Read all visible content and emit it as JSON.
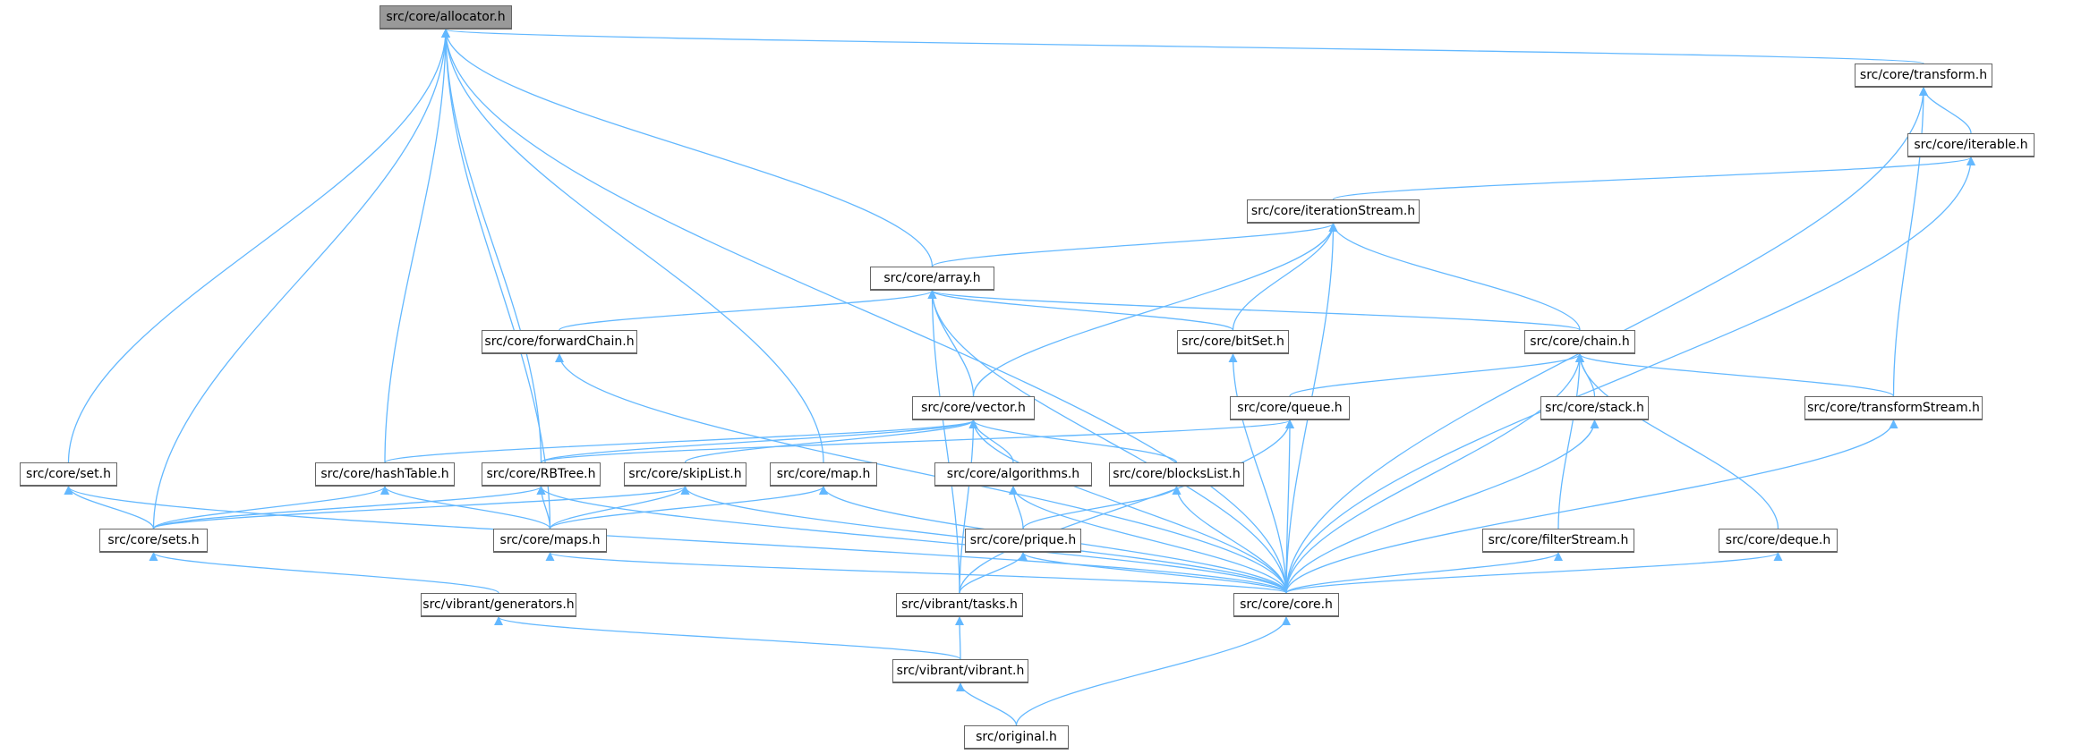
{
  "colors": {
    "edge": "#63b8ff",
    "root_fill": "#999999",
    "node_border": "#666666"
  },
  "nodes": {
    "allocator": {
      "label": "src/core/allocator.h"
    },
    "transform": {
      "label": "src/core/transform.h"
    },
    "iterable": {
      "label": "src/core/iterable.h"
    },
    "iterationStream": {
      "label": "src/core/iterationStream.h"
    },
    "array": {
      "label": "src/core/array.h"
    },
    "forwardChain": {
      "label": "src/core/forwardChain.h"
    },
    "bitSet": {
      "label": "src/core/bitSet.h"
    },
    "chain": {
      "label": "src/core/chain.h"
    },
    "vector": {
      "label": "src/core/vector.h"
    },
    "queue": {
      "label": "src/core/queue.h"
    },
    "stack": {
      "label": "src/core/stack.h"
    },
    "transformStream": {
      "label": "src/core/transformStream.h"
    },
    "set": {
      "label": "src/core/set.h"
    },
    "hashTable": {
      "label": "src/core/hashTable.h"
    },
    "RBTree": {
      "label": "src/core/RBTree.h"
    },
    "skipList": {
      "label": "src/core/skipList.h"
    },
    "map": {
      "label": "src/core/map.h"
    },
    "algorithms": {
      "label": "src/core/algorithms.h"
    },
    "blocksList": {
      "label": "src/core/blocksList.h"
    },
    "sets": {
      "label": "src/core/sets.h"
    },
    "maps": {
      "label": "src/core/maps.h"
    },
    "prique": {
      "label": "src/core/prique.h"
    },
    "filterStream": {
      "label": "src/core/filterStream.h"
    },
    "deque": {
      "label": "src/core/deque.h"
    },
    "generators": {
      "label": "src/vibrant/generators.h"
    },
    "tasks": {
      "label": "src/vibrant/tasks.h"
    },
    "core": {
      "label": "src/core/core.h"
    },
    "vibrant": {
      "label": "src/vibrant/vibrant.h"
    },
    "original": {
      "label": "src/original.h"
    }
  },
  "edges": [
    [
      "set",
      "allocator"
    ],
    [
      "sets",
      "allocator"
    ],
    [
      "maps",
      "allocator"
    ],
    [
      "hashTable",
      "allocator"
    ],
    [
      "RBTree",
      "allocator"
    ],
    [
      "map",
      "allocator"
    ],
    [
      "array",
      "allocator"
    ],
    [
      "core",
      "allocator"
    ],
    [
      "transform",
      "allocator"
    ],
    [
      "iterable",
      "transform"
    ],
    [
      "transformStream",
      "transform"
    ],
    [
      "core",
      "transform"
    ],
    [
      "iterationStream",
      "iterable"
    ],
    [
      "core",
      "iterable"
    ],
    [
      "array",
      "iterationStream"
    ],
    [
      "bitSet",
      "iterationStream"
    ],
    [
      "vector",
      "iterationStream"
    ],
    [
      "chain",
      "iterationStream"
    ],
    [
      "core",
      "iterationStream"
    ],
    [
      "forwardChain",
      "array"
    ],
    [
      "bitSet",
      "array"
    ],
    [
      "chain",
      "array"
    ],
    [
      "vector",
      "array"
    ],
    [
      "tasks",
      "array"
    ],
    [
      "core",
      "array"
    ],
    [
      "core",
      "forwardChain"
    ],
    [
      "core",
      "bitSet"
    ],
    [
      "queue",
      "chain"
    ],
    [
      "stack",
      "chain"
    ],
    [
      "filterStream",
      "chain"
    ],
    [
      "deque",
      "chain"
    ],
    [
      "transformStream",
      "chain"
    ],
    [
      "core",
      "chain"
    ],
    [
      "hashTable",
      "vector"
    ],
    [
      "RBTree",
      "vector"
    ],
    [
      "skipList",
      "vector"
    ],
    [
      "algorithms",
      "vector"
    ],
    [
      "blocksList",
      "vector"
    ],
    [
      "tasks",
      "vector"
    ],
    [
      "core",
      "vector"
    ],
    [
      "RBTree",
      "queue"
    ],
    [
      "tasks",
      "queue"
    ],
    [
      "core",
      "queue"
    ],
    [
      "core",
      "stack"
    ],
    [
      "core",
      "transformStream"
    ],
    [
      "sets",
      "set"
    ],
    [
      "core",
      "set"
    ],
    [
      "sets",
      "hashTable"
    ],
    [
      "maps",
      "hashTable"
    ],
    [
      "sets",
      "RBTree"
    ],
    [
      "maps",
      "RBTree"
    ],
    [
      "core",
      "RBTree"
    ],
    [
      "sets",
      "skipList"
    ],
    [
      "maps",
      "skipList"
    ],
    [
      "core",
      "skipList"
    ],
    [
      "maps",
      "map"
    ],
    [
      "core",
      "map"
    ],
    [
      "prique",
      "algorithms"
    ],
    [
      "core",
      "algorithms"
    ],
    [
      "prique",
      "blocksList"
    ],
    [
      "core",
      "blocksList"
    ],
    [
      "generators",
      "sets"
    ],
    [
      "core",
      "maps"
    ],
    [
      "tasks",
      "prique"
    ],
    [
      "core",
      "prique"
    ],
    [
      "core",
      "filterStream"
    ],
    [
      "core",
      "deque"
    ],
    [
      "vibrant",
      "generators"
    ],
    [
      "vibrant",
      "tasks"
    ],
    [
      "original",
      "core"
    ],
    [
      "original",
      "vibrant"
    ]
  ]
}
